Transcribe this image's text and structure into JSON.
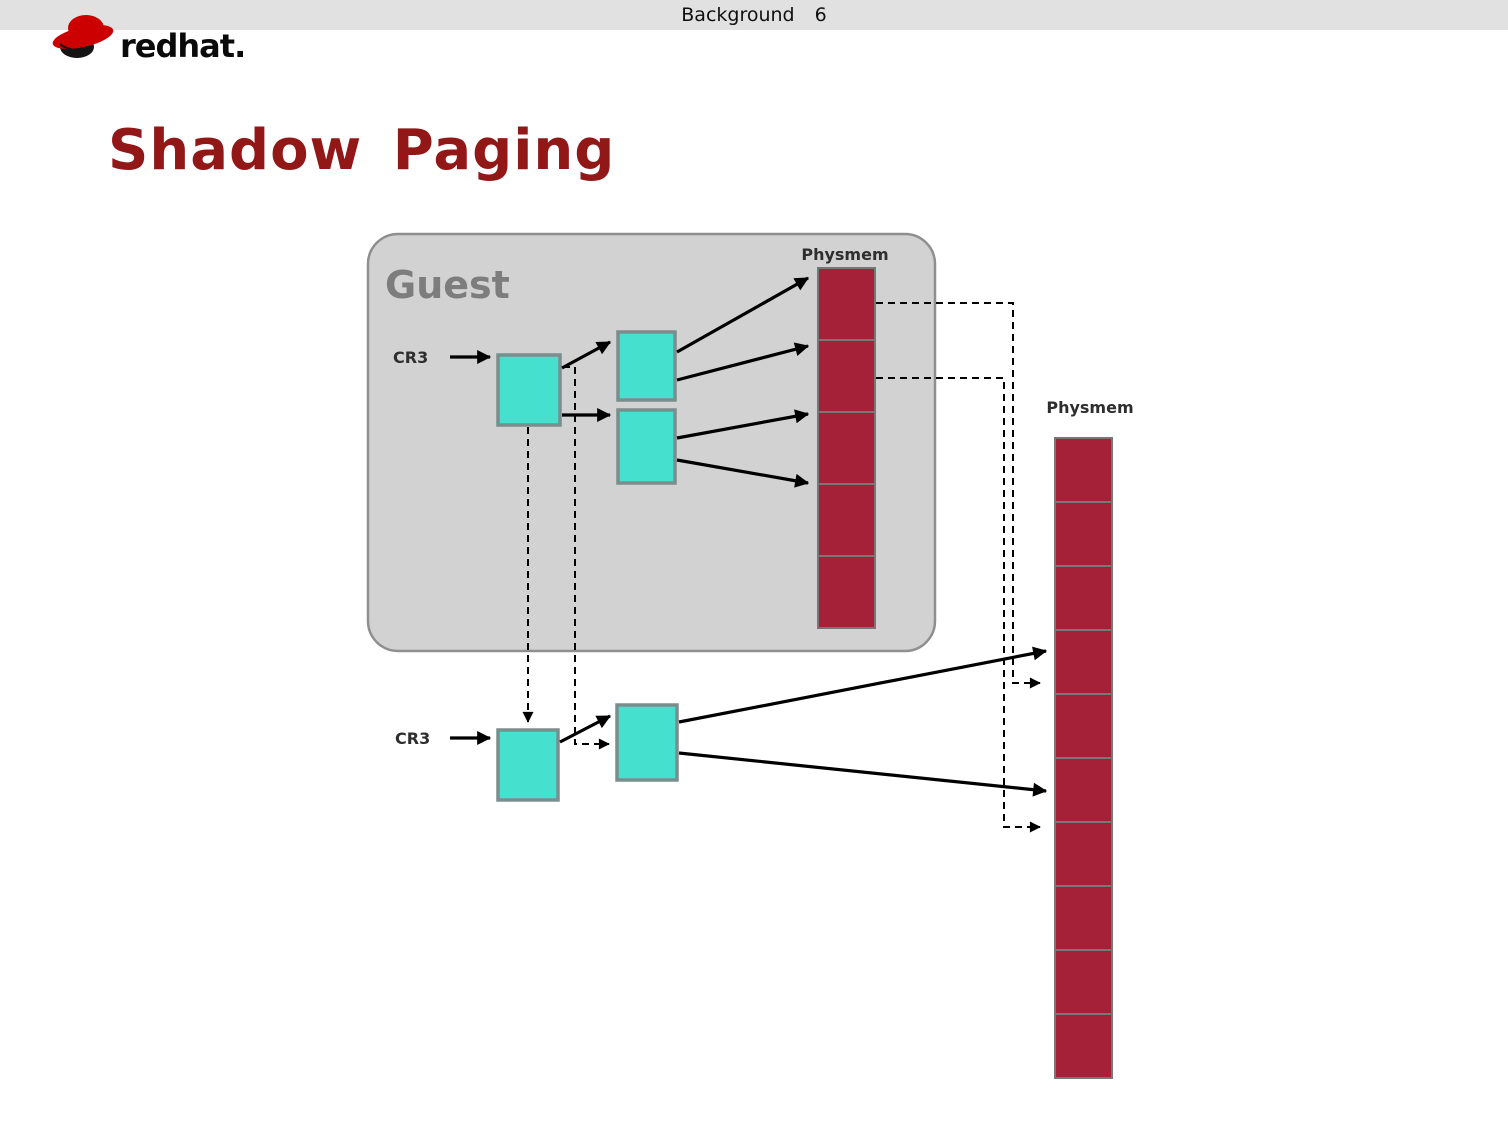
{
  "header": {
    "section": "Background",
    "page": "6"
  },
  "logo": {
    "brand_bold": "red",
    "brand_rest": "hat."
  },
  "slide": {
    "title": "Shadow Paging"
  },
  "diagram": {
    "guest_label": "Guest",
    "guest_physmem_label": "Physmem",
    "host_physmem_label": "Physmem",
    "guest_cr3_label": "CR3",
    "host_cr3_label": "CR3"
  },
  "colors": {
    "c-topbar": "#e1e1e1",
    "c-title": "#921717",
    "c-physmem": "#a52138",
    "c-physmem-border": "#777777",
    "c-pagetable": "#46e0cf",
    "c-pagetable-border": "#7b8d8d",
    "c-guest-bg": "#d2d2d2",
    "c-guest-border": "#8f8f8f",
    "c-guest-label": "#7d7d7d",
    "c-logo-red": "#cc0000"
  }
}
